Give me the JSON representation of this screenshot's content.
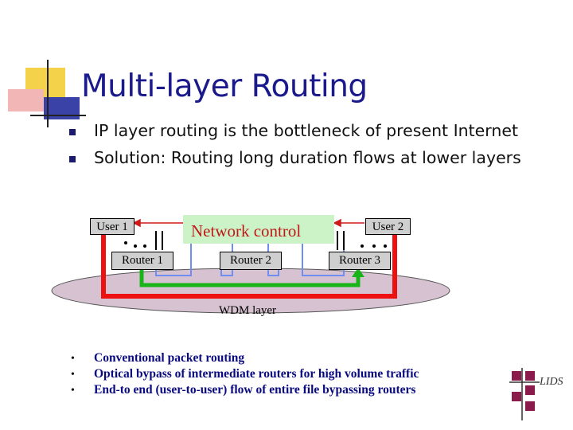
{
  "slide": {
    "title": "Multi-layer Routing",
    "bullets": [
      "IP layer routing is the bottleneck of present Internet",
      "Solution: Routing long duration flows at lower layers"
    ],
    "diagram": {
      "user1": "User 1",
      "user2": "User 2",
      "network_control": "Network control",
      "router1": "Router 1",
      "router2": "Router 2",
      "router3": "Router 3",
      "wdm_layer": "WDM layer"
    },
    "footer_bullets": [
      "Conventional packet routing",
      "Optical bypass of intermediate routers for high volume traffic",
      "End-to end (user-to-user) flow of entire file bypassing routers"
    ],
    "logo_text": "LIDS"
  },
  "colors": {
    "title": "#1a1a8c",
    "blue_path": "#6f8ff0",
    "green_path": "#18b418",
    "red_path": "#ee1111",
    "network_control_fill": "#ccf2c8",
    "box_fill": "#cfcfcf",
    "wdm_fill": "#d7c2d2"
  }
}
